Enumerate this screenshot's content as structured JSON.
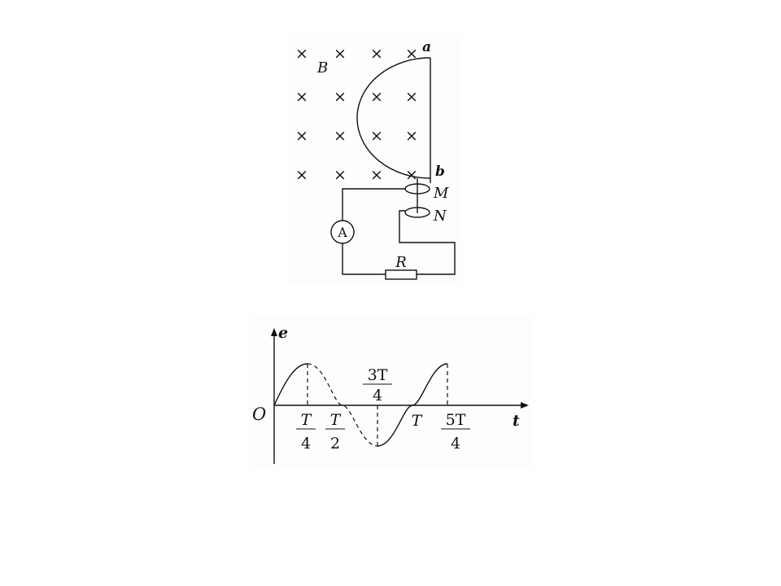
{
  "circuit": {
    "field_label": "B",
    "terminal_a": "a",
    "terminal_b": "b",
    "ring_m": "M",
    "ring_n": "N",
    "ammeter": "A",
    "resistor": "R",
    "field_symbol": "×"
  },
  "graph": {
    "y_axis_label": "e",
    "x_axis_label": "t",
    "origin_label": "O",
    "ticks": [
      {
        "num": "T",
        "den": "4"
      },
      {
        "num": "T",
        "den": "2"
      },
      {
        "num": "3T",
        "den": "4"
      },
      {
        "single": "T"
      },
      {
        "num": "5T",
        "den": "4"
      }
    ]
  }
}
